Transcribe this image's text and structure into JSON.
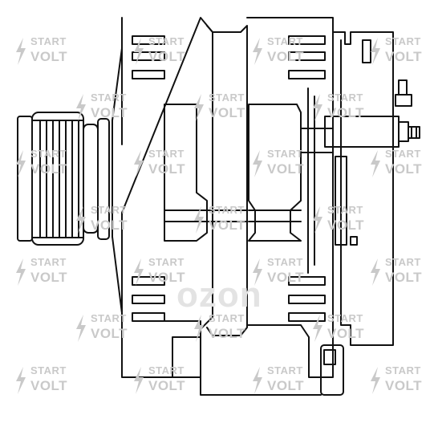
{
  "watermark": {
    "line1": "START",
    "line2": "VOLT",
    "brand": "ozon"
  },
  "colors": {
    "outline": "#111111",
    "watermark": "#c9c9c9",
    "brand": "#e3e3e3"
  }
}
